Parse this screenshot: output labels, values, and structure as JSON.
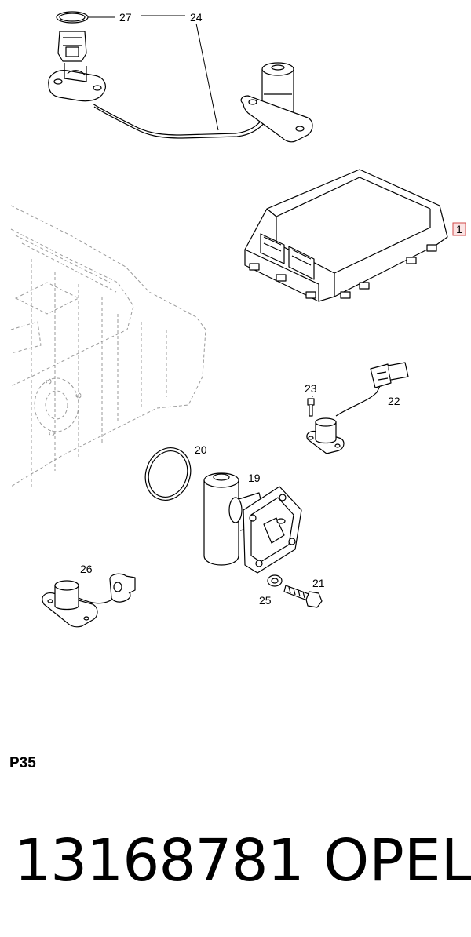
{
  "callouts": {
    "c1": "1",
    "c19": "19",
    "c20": "20",
    "c21": "21",
    "c22": "22",
    "c23": "23",
    "c24": "24",
    "c25": "25",
    "c26": "26",
    "c27": "27"
  },
  "footer": {
    "sheet_code": "P35",
    "part_number": "13168781",
    "brand": "OPEL"
  },
  "colors": {
    "line": "#000000",
    "ghost_line": "#9a9a9a",
    "highlight_box_fill": "#fbe3e3",
    "highlight_box_stroke": "#d24a4a"
  }
}
